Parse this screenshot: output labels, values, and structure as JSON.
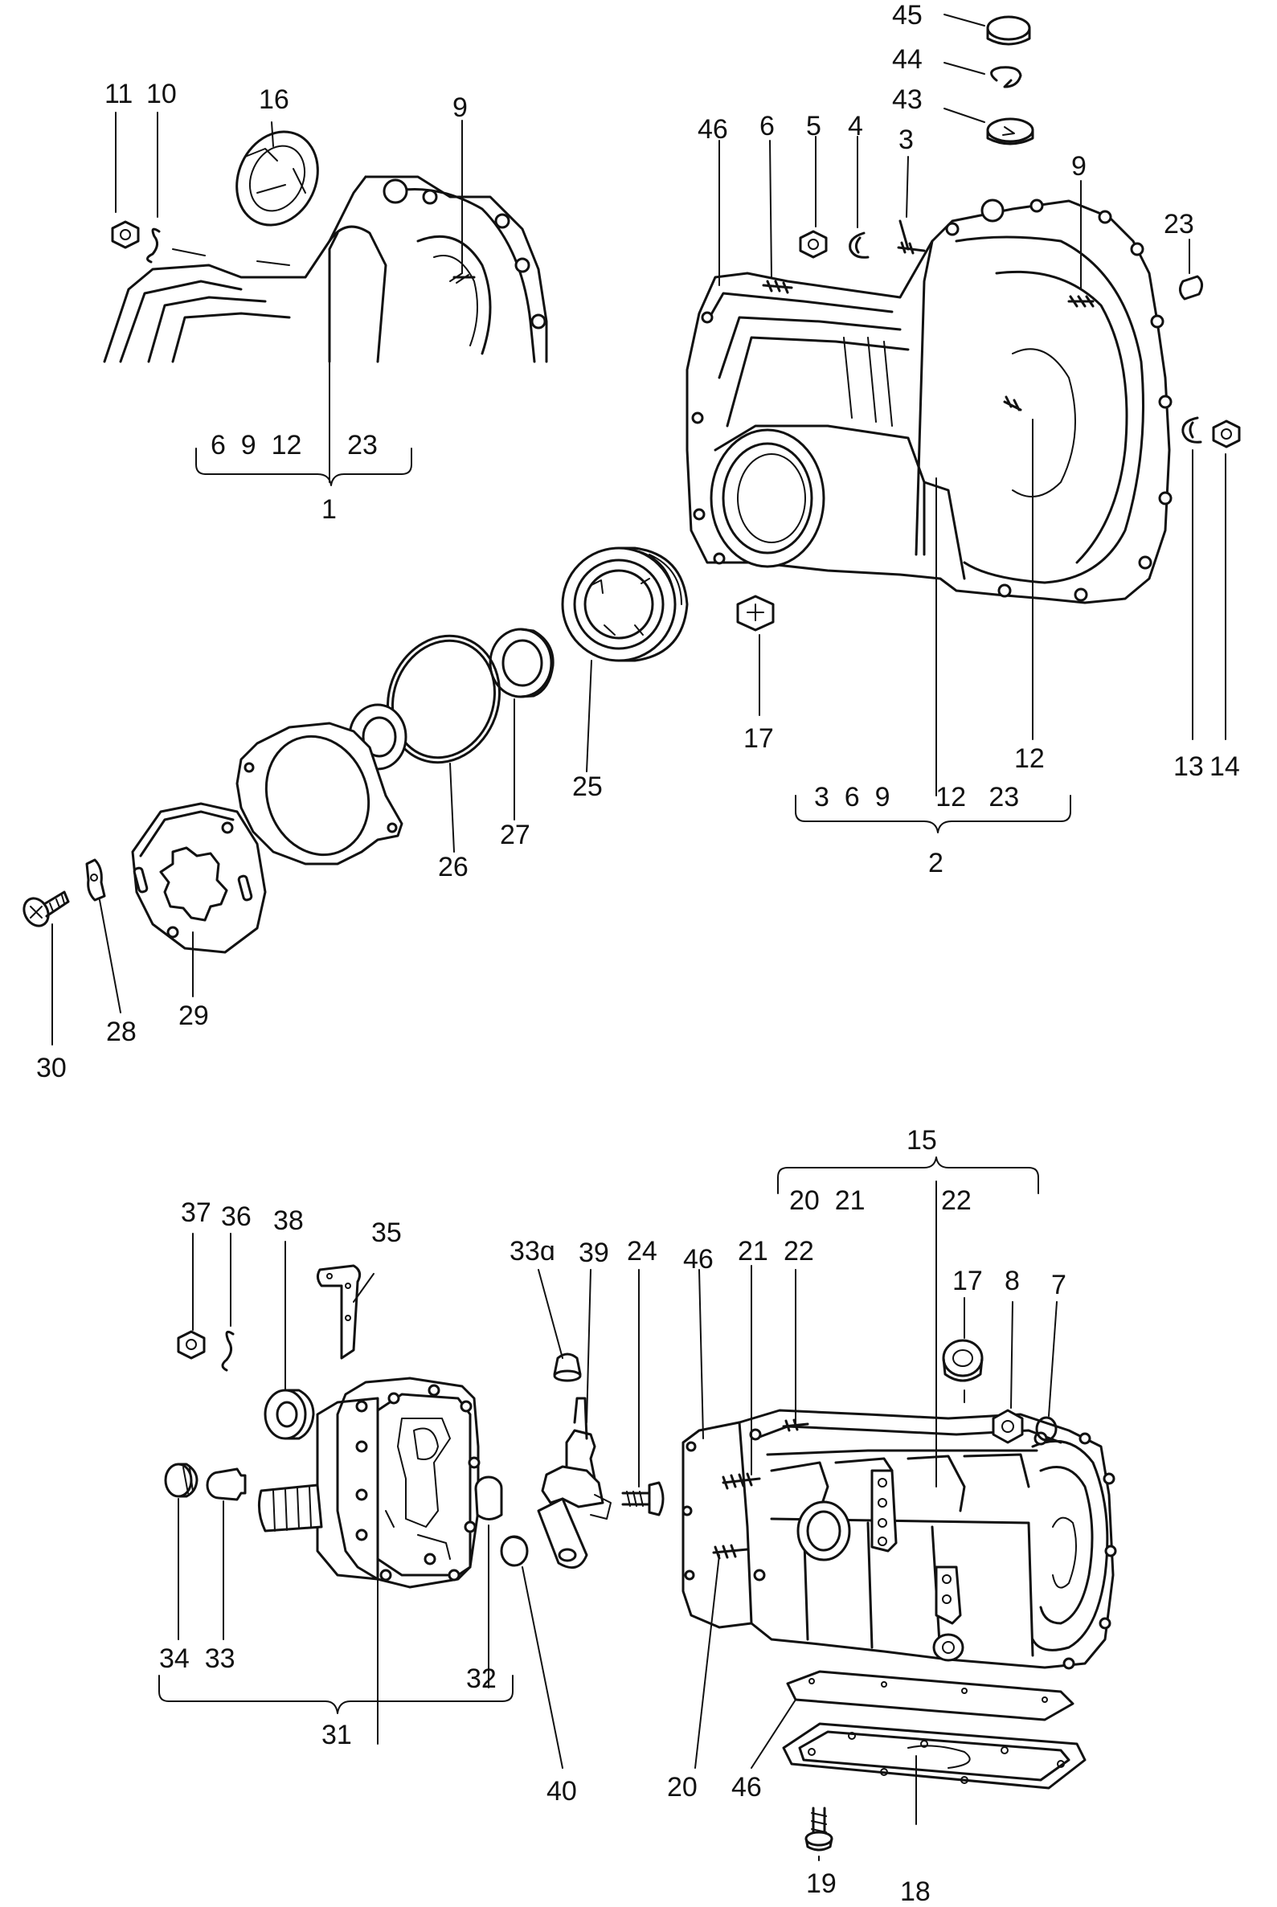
{
  "callouts": {
    "c1": "1",
    "c2": "2",
    "c3": "3",
    "c4": "4",
    "c5": "5",
    "c6a": "6",
    "c6b": "6",
    "c7": "7",
    "c8": "8",
    "c9a": "9",
    "c9b": "9",
    "c10": "10",
    "c11": "11",
    "c12": "12",
    "c13": "13",
    "c14": "14",
    "c15": "15",
    "c16": "16",
    "c17a": "17",
    "c17b": "17",
    "c18": "18",
    "c19": "19",
    "c20": "20",
    "c21": "21",
    "c22": "22",
    "c23": "23",
    "c24": "24",
    "c25": "25",
    "c26": "26",
    "c27": "27",
    "c28": "28",
    "c29": "29",
    "c30": "30",
    "c31": "31",
    "c32": "32",
    "c33": "33",
    "c33a": "33ɑ",
    "c34": "34",
    "c35": "35",
    "c36": "36",
    "c37": "37",
    "c38": "38",
    "c39": "39",
    "c40": "40",
    "c43": "43",
    "c44": "44",
    "c45": "45",
    "c46a": "46",
    "c46b": "46",
    "c46c": "46"
  },
  "groups": {
    "g1": "6  9  12      23",
    "g2": "3  6  9      12   23",
    "g15": "20  21          22",
    "g31a": "34  33",
    "g31b": "32"
  }
}
